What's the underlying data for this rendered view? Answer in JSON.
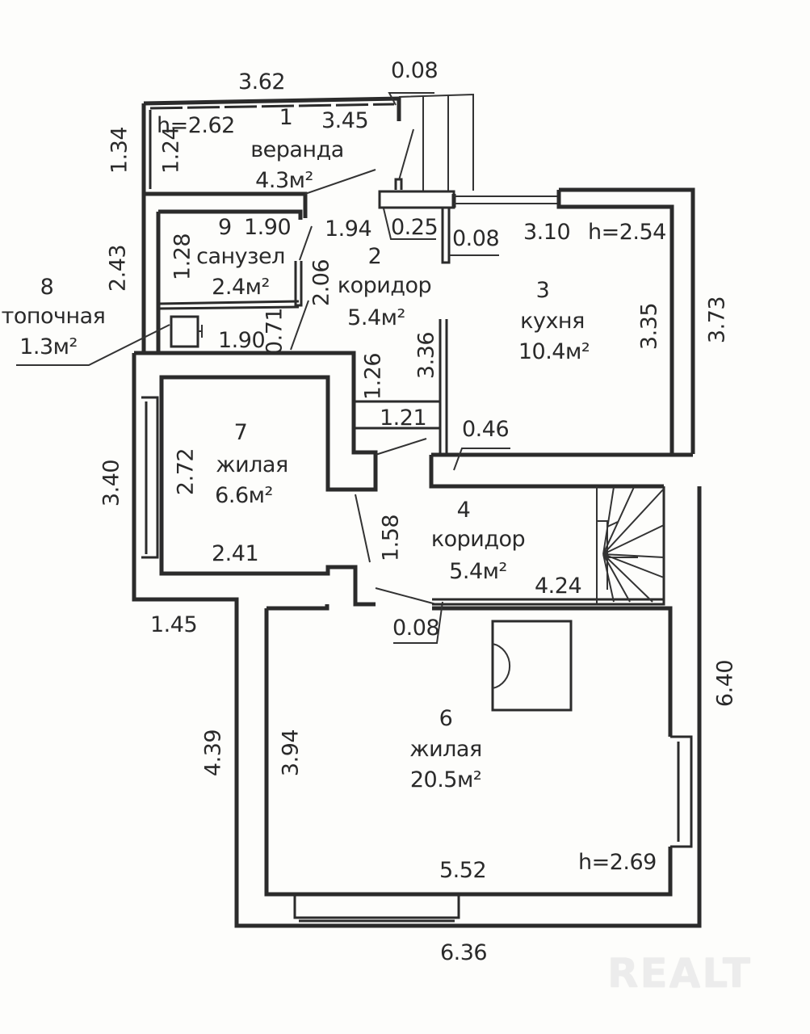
{
  "plan": {
    "overall_dims": {
      "top_width": "3.62",
      "bottom_width": "6.36",
      "right_height_upper": "3.73",
      "right_height_lower": "6.40",
      "left_height_veranda": "1.34",
      "left_height_bath": "2.43",
      "left_height_room7": "3.40",
      "left_height_room6": "4.39",
      "step_width": "1.45"
    },
    "rooms": [
      {
        "number": "1",
        "name": "веранда",
        "area": "4.3м²",
        "height": "h=2.62",
        "dims": [
          "3.45",
          "1.24"
        ]
      },
      {
        "number": "2",
        "name": "коридор",
        "area": "5.4м²",
        "dims": [
          "1.94",
          "2.06",
          "3.36",
          "1.26",
          "1.21"
        ]
      },
      {
        "number": "3",
        "name": "кухня",
        "area": "10.4м²",
        "height": "h=2.54",
        "dims": [
          "3.10",
          "3.35"
        ]
      },
      {
        "number": "4",
        "name": "коридор",
        "area": "5.4м²",
        "dims": [
          "4.24",
          "1.58"
        ]
      },
      {
        "number": "6",
        "name": "жилая",
        "area": "20.5м²",
        "height": "h=2.69",
        "dims": [
          "5.52",
          "3.94"
        ]
      },
      {
        "number": "7",
        "name": "жилая",
        "area": "6.6м²",
        "dims": [
          "2.72",
          "2.41"
        ]
      },
      {
        "number": "8",
        "name": "топочная",
        "area": "1.3м²",
        "dims": [
          "1.90",
          "0.71"
        ]
      },
      {
        "number": "9",
        "name": "санузел",
        "area": "2.4м²",
        "dims": [
          "1.90",
          "1.28"
        ]
      }
    ],
    "wall_notes": {
      "veranda_wall": "0.08",
      "stair_landing": "0.25",
      "kitchen_partition": "0.08",
      "kitchen_wall": "0.46",
      "room6_partition": "0.08"
    },
    "watermark": "REALT"
  }
}
